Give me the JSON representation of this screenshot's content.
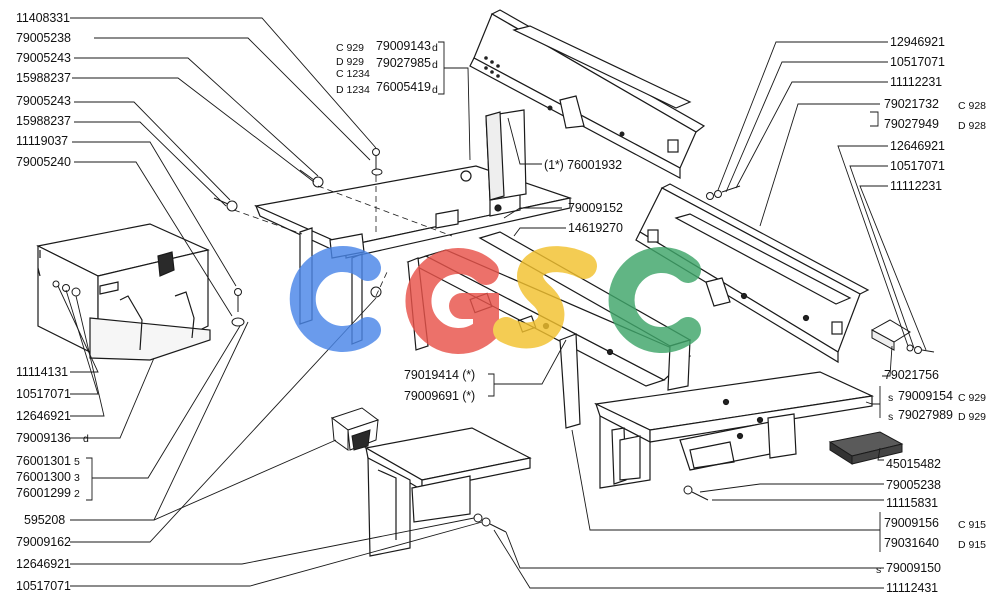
{
  "left_parts": [
    {
      "id": "l1",
      "num": "11408331"
    },
    {
      "id": "l2",
      "num": "79005238"
    },
    {
      "id": "l3",
      "num": "79005243"
    },
    {
      "id": "l4",
      "num": "15988237"
    },
    {
      "id": "l5",
      "num": "79005243"
    },
    {
      "id": "l6",
      "num": "15988237"
    },
    {
      "id": "l7",
      "num": "11119037"
    },
    {
      "id": "l8",
      "num": "79005240"
    },
    {
      "id": "l9",
      "num": "11114131"
    },
    {
      "id": "l10",
      "num": "10517071"
    },
    {
      "id": "l11",
      "num": "12646921"
    },
    {
      "id": "l12",
      "num": "79009136",
      "suffix": "d"
    },
    {
      "id": "l13",
      "num": "76001301",
      "suffix": "5"
    },
    {
      "id": "l14",
      "num": "76001300",
      "suffix": "3"
    },
    {
      "id": "l15",
      "num": "76001299",
      "suffix": "2"
    },
    {
      "id": "l16",
      "num": "595208"
    },
    {
      "id": "l17",
      "num": "79009162"
    },
    {
      "id": "l18",
      "num": "12646921"
    },
    {
      "id": "l19",
      "num": "10517071"
    }
  ],
  "top_group": [
    {
      "variant": "C 929",
      "num": "79009143",
      "suffix": "d"
    },
    {
      "variant": "D 929",
      "num": "79027985",
      "suffix": "d"
    },
    {
      "variant": "C 1234",
      "num": "",
      "suffix": ""
    },
    {
      "variant": "D 1234",
      "num": "76005419",
      "suffix": "d"
    }
  ],
  "center_parts": {
    "ref_76001932": "(1*) 76001932",
    "p_79009152": "79009152",
    "p_14619270": "14619270",
    "p_79019414": "79019414 (*)",
    "p_79009691": "79009691 (*)"
  },
  "right_parts": [
    {
      "id": "r1",
      "num": "12946921",
      "variant": "",
      "prefix": ""
    },
    {
      "id": "r2",
      "num": "10517071",
      "variant": "",
      "prefix": ""
    },
    {
      "id": "r3",
      "num": "11112231",
      "variant": "",
      "prefix": ""
    },
    {
      "id": "r4",
      "num": "79021732",
      "variant": "C 928",
      "prefix": ""
    },
    {
      "id": "r5",
      "num": "79027949",
      "variant": "D 928",
      "prefix": ""
    },
    {
      "id": "r6",
      "num": "12646921",
      "variant": "",
      "prefix": ""
    },
    {
      "id": "r7",
      "num": "10517071",
      "variant": "",
      "prefix": ""
    },
    {
      "id": "r8",
      "num": "11112231",
      "variant": "",
      "prefix": ""
    },
    {
      "id": "r9",
      "num": "79021756",
      "variant": "",
      "prefix": ""
    },
    {
      "id": "r10",
      "num": "79009154",
      "variant": "C 929",
      "prefix": "s"
    },
    {
      "id": "r11",
      "num": "79027989",
      "variant": "D 929",
      "prefix": "s"
    },
    {
      "id": "r12",
      "num": "45015482",
      "variant": "",
      "prefix": ""
    },
    {
      "id": "r13",
      "num": "79005238",
      "variant": "",
      "prefix": ""
    },
    {
      "id": "r14",
      "num": "11115831",
      "variant": "",
      "prefix": ""
    },
    {
      "id": "r15",
      "num": "79009156",
      "variant": "C 915",
      "prefix": ""
    },
    {
      "id": "r16",
      "num": "79031640",
      "variant": "D 915",
      "prefix": ""
    },
    {
      "id": "r17",
      "num": "79009150",
      "variant": "",
      "prefix": "s"
    },
    {
      "id": "r18",
      "num": "11112431",
      "variant": "",
      "prefix": ""
    }
  ],
  "watermark": {
    "text": "CGSC",
    "colors": [
      "#4a86e8",
      "#e8534a",
      "#f2c12e",
      "#3fa66a"
    ]
  },
  "colors": {
    "line": "#1a1a1a",
    "paper": "#ffffff",
    "shade": "#3a3a3a"
  }
}
